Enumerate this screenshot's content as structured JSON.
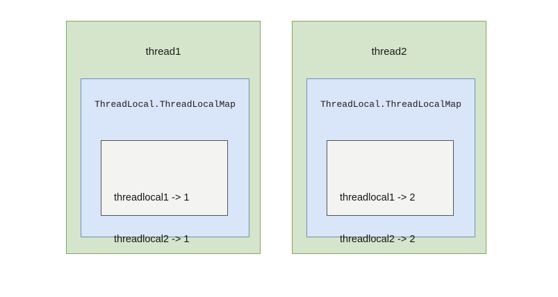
{
  "diagram": {
    "background_color": "#ffffff",
    "panels": [
      {
        "title": "thread1",
        "panel_fill": "#d5e5cb",
        "panel_border": "#7ba65d",
        "map": {
          "title": "ThreadLocal.ThreadLocalMap",
          "fill": "#d9e5f8",
          "border": "#6d8fb8",
          "entries_box": {
            "fill": "#f3f3f1",
            "border": "#545454",
            "entries": [
              "threadlocal1 -> 1",
              "threadlocal2 -> 1"
            ]
          }
        }
      },
      {
        "title": "thread2",
        "panel_fill": "#d5e5cb",
        "panel_border": "#7ba65d",
        "map": {
          "title": "ThreadLocal.ThreadLocalMap",
          "fill": "#d9e5f8",
          "border": "#6d8fb8",
          "entries_box": {
            "fill": "#f3f3f1",
            "border": "#545454",
            "entries": [
              "threadlocal1 -> 2",
              "threadlocal2 -> 2"
            ]
          }
        }
      }
    ]
  }
}
